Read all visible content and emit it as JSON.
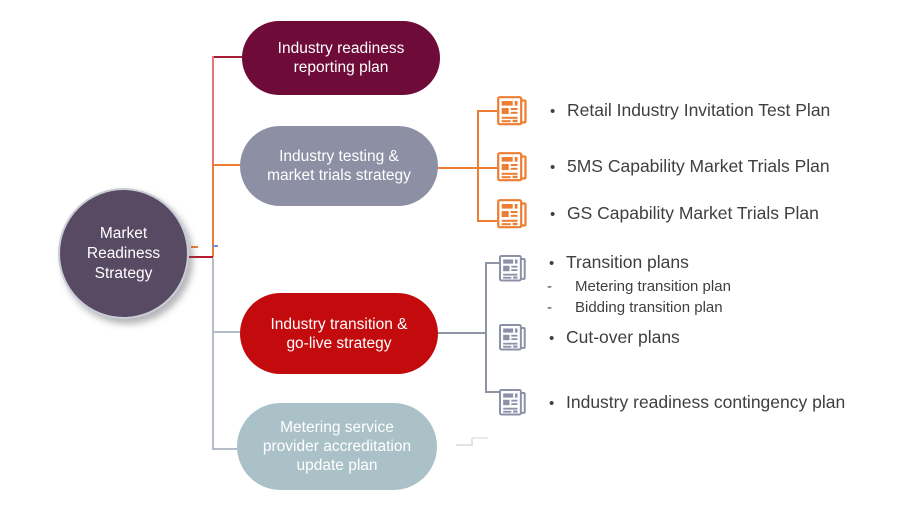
{
  "diagram": {
    "root": {
      "label": "Market Readiness Strategy"
    },
    "branches": [
      {
        "id": "reporting",
        "label": "Industry readiness reporting plan"
      },
      {
        "id": "testing",
        "label": "Industry testing & market trials strategy"
      },
      {
        "id": "transition",
        "label": "Industry transition & go-live strategy"
      },
      {
        "id": "metering",
        "label": "Metering service provider accreditation update plan"
      }
    ],
    "testing_documents": [
      {
        "label": "Retail Industry Invitation Test Plan"
      },
      {
        "label": "5MS Capability Market Trials Plan"
      },
      {
        "label": "GS Capability Market Trials Plan"
      }
    ],
    "transition_documents": [
      {
        "label": "Transition plans",
        "sub_items": [
          {
            "label": "Metering transition plan"
          },
          {
            "label": "Bidding transition plan"
          }
        ]
      },
      {
        "label": "Cut-over plans"
      },
      {
        "label": "Industry readiness contingency plan"
      }
    ],
    "bullet_char": "•",
    "dash_char": "-",
    "colors": {
      "root_fill": "#594a63",
      "root_border": "#c9ced6",
      "reporting_fill": "#6e0b38",
      "testing_fill": "#8d90a5",
      "transition_fill": "#c30b0e",
      "metering_fill": "#a9c1c7",
      "document_icon_orange": "#ed7d31",
      "document_icon_gray": "#8d91a8",
      "connector_dark_red": "#a81e38",
      "connector_red": "#b51c2e",
      "connector_pink": "#e8747c",
      "connector_orange": "#ed7d31",
      "connector_gray_light": "#b6bdc9",
      "connector_gray": "#8f94a4",
      "item_text": "#3f3f3f"
    }
  }
}
